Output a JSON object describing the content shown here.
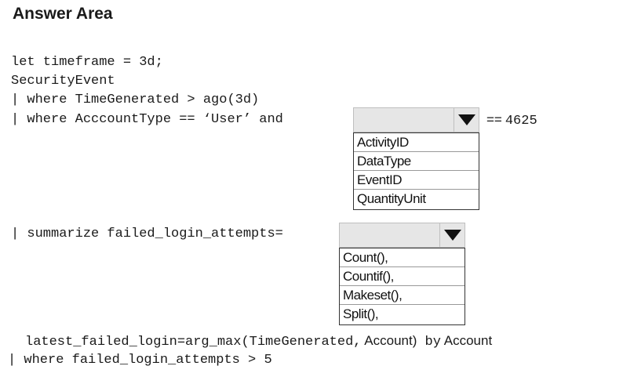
{
  "title": "Answer Area",
  "code": {
    "line1": "let timeframe = 3d;",
    "line2": "SecurityEvent",
    "line3": "| where TimeGenerated > ago(3d)",
    "line4_prefix": "| where AcccountType == ‘User’ and",
    "line4_suffix_op": "==",
    "line4_suffix_num": "4625",
    "line5_prefix_mono": "| summarize",
    "line5_prefix_rest": " failed_login_attempts=",
    "line6_a": "latest_failed_login=arg_max(TimeGenerated,",
    "line6_b": " Account)",
    "line6_c": " by",
    "line6_d": " Account",
    "line7": "| where failed_login_attempts > 5"
  },
  "dropdown1": {
    "selected": "",
    "options": [
      "ActivityID",
      "DataType",
      "EventID",
      "QuantityUnit"
    ]
  },
  "dropdown2": {
    "selected": "",
    "options": [
      "Count(),",
      "Countif(),",
      "Makeset(),",
      "Split(),"
    ]
  }
}
